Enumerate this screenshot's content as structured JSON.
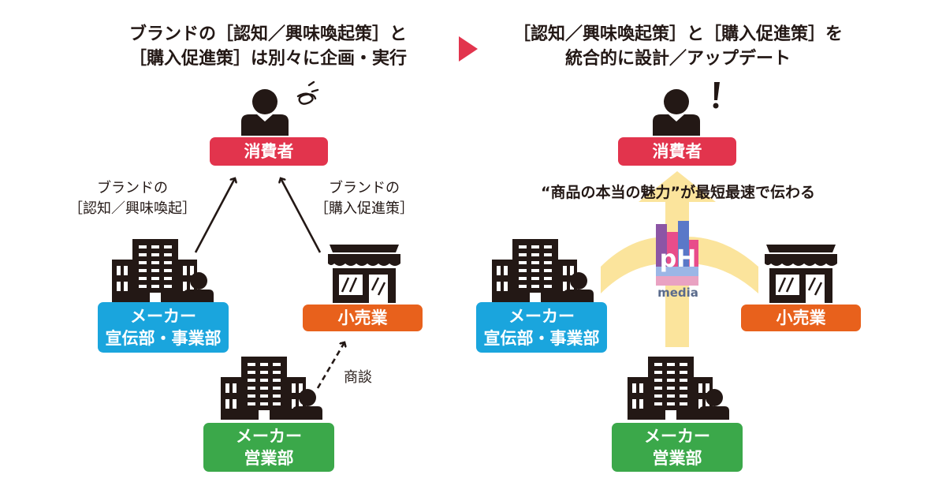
{
  "left": {
    "heading_line1": "ブランドの［認知／興味喚起策］と",
    "heading_line2": "［購入促進策］は別々に企画・実行",
    "consumer": "消費者",
    "arrow_left_label_line1": "ブランドの",
    "arrow_left_label_line2": "［認知／興味喚起］",
    "arrow_right_label_line1": "ブランドの",
    "arrow_right_label_line2": "［購入促進策］",
    "maker_pr_line1": "メーカー",
    "maker_pr_line2": "宣伝部・事業部",
    "retail": "小売業",
    "negotiation": "商談",
    "maker_sales_line1": "メーカー",
    "maker_sales_line2": "営業部"
  },
  "right": {
    "heading_line1": "［認知／興味喚起策］と［購入促進策］を",
    "heading_line2": "統合的に設計／アップデート",
    "consumer": "消費者",
    "tagline": "“商品の本当の魅力”が最短最速で伝わる",
    "logo_text": "pH",
    "logo_sub": "media",
    "maker_pr_line1": "メーカー",
    "maker_pr_line2": "宣伝部・事業部",
    "retail": "小売業",
    "maker_sales_line1": "メーカー",
    "maker_sales_line2": "営業部"
  },
  "colors": {
    "consumer": "#e2344d",
    "maker_pr": "#1aa5dd",
    "retail": "#e8611c",
    "maker_sales": "#3ba84a",
    "arrow_flow": "#fbe49c",
    "transition_arrow": "#e2344d",
    "ink": "#231815",
    "logo_pink": "#e84d8a",
    "logo_purple": "#8c55a5",
    "logo_blue": "#5a78c8"
  },
  "icons": [
    "person-icon",
    "building-icon",
    "store-icon",
    "scribble-icon",
    "exclamation-icon",
    "ph-media-logo"
  ]
}
